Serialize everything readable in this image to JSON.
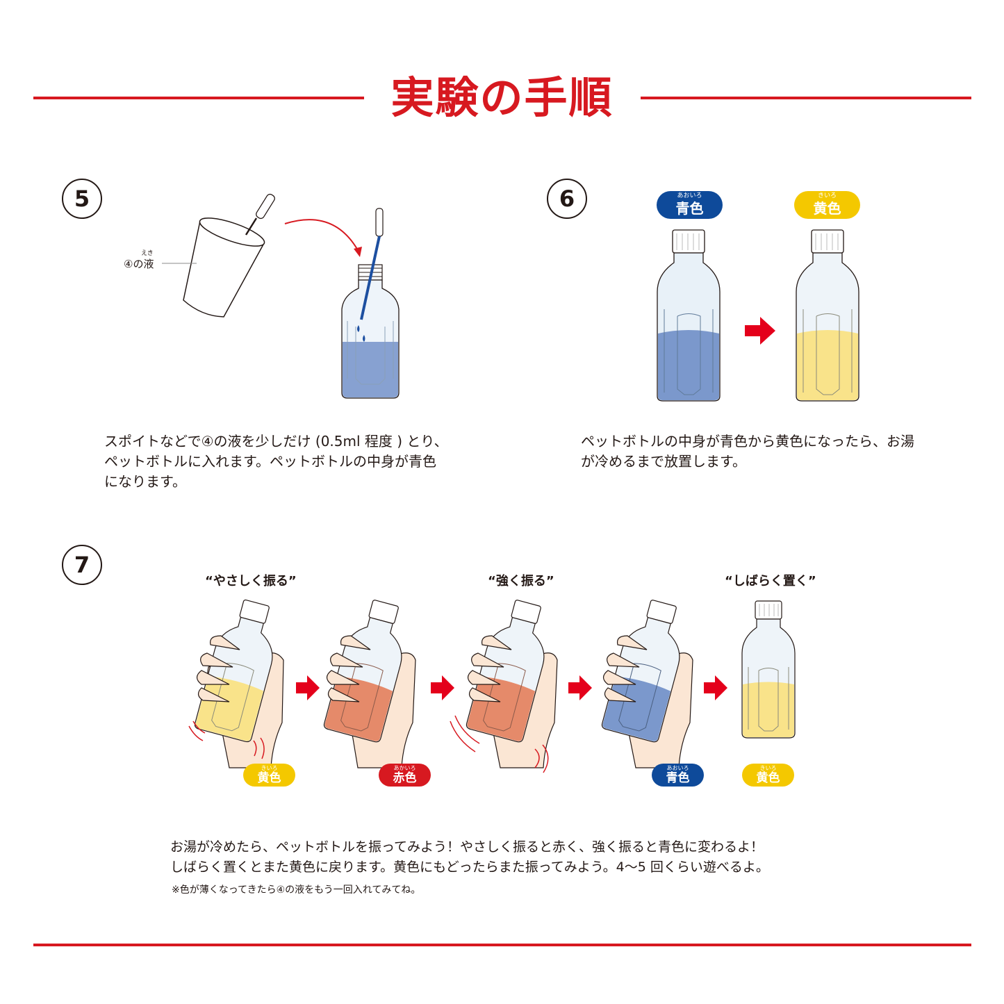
{
  "header": {
    "title": "実験の手順"
  },
  "colors": {
    "accent_red": "#d71920",
    "blue": "#7b98cc",
    "yellow": "#f9e38a",
    "red_liquid": "#e58a6a",
    "badge_blue": "#0e4a9a",
    "badge_yellow": "#f4c800",
    "badge_red": "#d71920"
  },
  "steps": [
    {
      "number": "5",
      "cup_label": "④の液",
      "cup_label_ruby": "えき",
      "description": [
        "スポイトなどで④の液を少しだけ (0.5ml 程度 ) とり、",
        "ペットボトルに入れます。ペットボトルの中身が青色",
        "になります。"
      ]
    },
    {
      "number": "6",
      "badges": [
        {
          "ruby": "あおいろ",
          "text": "青色",
          "color": "blue"
        },
        {
          "ruby": "きいろ",
          "text": "黄色",
          "color": "yellow"
        }
      ],
      "description": [
        "ペットボトルの中身が青色から黄色になったら、お湯",
        "が冷めるまで放置します。"
      ]
    },
    {
      "number": "7",
      "captions": [
        "“やさしく振る”",
        "“強く振る”",
        "“しばらく置く”"
      ],
      "badges": [
        {
          "ruby": "きいろ",
          "text": "黄色",
          "color": "yellow"
        },
        {
          "ruby": "あかいろ",
          "text": "赤色",
          "color": "red"
        },
        {
          "ruby": "あおいろ",
          "text": "青色",
          "color": "blue"
        },
        {
          "ruby": "きいろ",
          "text": "黄色",
          "color": "yellow"
        }
      ],
      "description": [
        "お湯が冷めたら、ペットボトルを振ってみよう！やさしく振ると赤く、強く振ると青色に変わるよ！",
        "しばらく置くとまた黄色に戻ります。黄色にもどったらまた振ってみよう。4〜5 回くらい遊べるよ。"
      ],
      "note": "※色が薄くなってきたら④の液をもう一回入れてみてね。"
    }
  ]
}
